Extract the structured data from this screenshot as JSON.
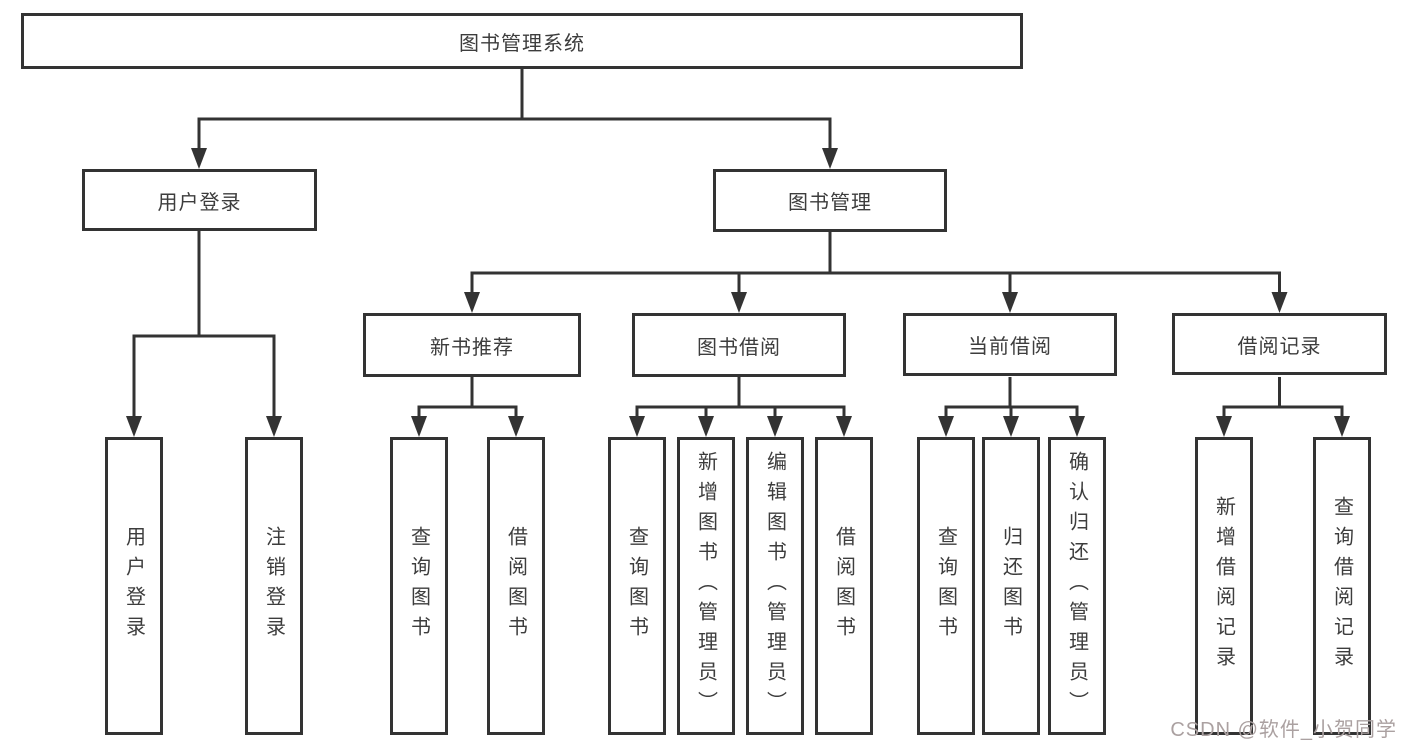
{
  "diagram": {
    "root": "图书管理系统",
    "branches": [
      {
        "label": "用户登录",
        "children": [
          "用户登录",
          "注销登录"
        ]
      },
      {
        "label": "图书管理",
        "sections": [
          {
            "label": "新书推荐",
            "children": [
              "查询图书",
              "借阅图书"
            ]
          },
          {
            "label": "图书借阅",
            "children": [
              "查询图书",
              "新增图书（管理员）",
              "编辑图书（管理员）",
              "借阅图书"
            ]
          },
          {
            "label": "当前借阅",
            "children": [
              "查询图书",
              "归还图书",
              "确认归还（管理员）"
            ]
          },
          {
            "label": "借阅记录",
            "children": [
              "新增借阅记录",
              "查询借阅记录"
            ]
          }
        ]
      }
    ]
  },
  "watermark": {
    "text": "CSDN @软件_小贺同学",
    "color": "#aba1a1"
  },
  "colors": {
    "line": "#333333",
    "border": "#333333",
    "text": "#3d3d3d",
    "background": "#ffffff"
  }
}
